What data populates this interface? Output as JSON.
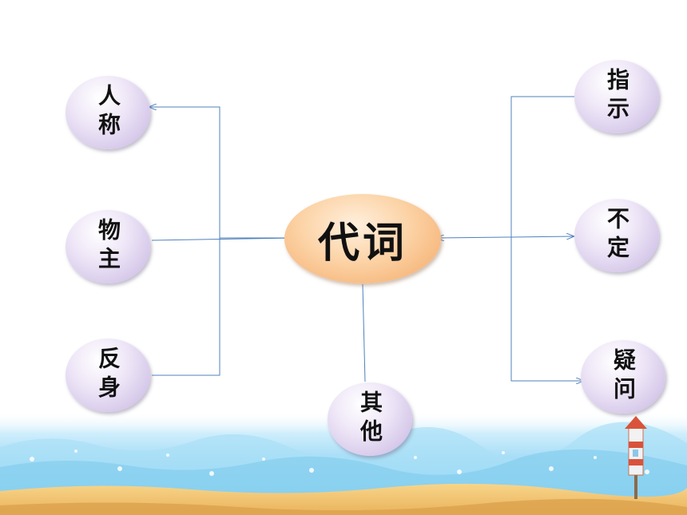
{
  "center": {
    "label": "代词"
  },
  "nodes": {
    "personal": "人称",
    "possessive": "物主",
    "reflexive": "反身",
    "demonstrative": "指示",
    "indefinite": "不定",
    "interrogative": "疑问",
    "other": "其他"
  },
  "colors": {
    "connector": "#4f81bd",
    "center_fill": "#f6b77c",
    "node_fill": "#d6c9ea"
  }
}
